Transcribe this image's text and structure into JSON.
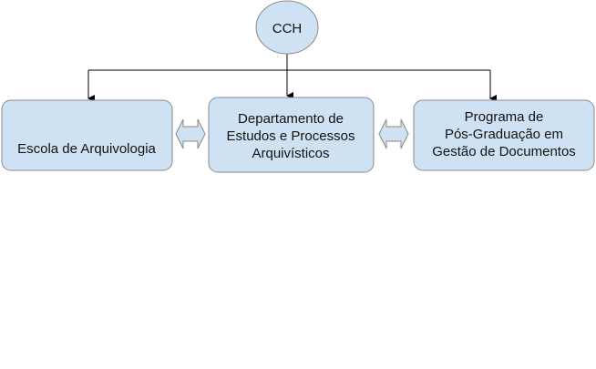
{
  "nodes": {
    "root": {
      "label": "CCH"
    },
    "left": {
      "lines": [
        "Escola de Arquivologia"
      ]
    },
    "center": {
      "lines": [
        "Departamento de",
        "Estudos e Processos",
        "Arquivísticos"
      ]
    },
    "right": {
      "lines": [
        "Programa de",
        "Pós-Graduação em",
        "Gestão de Documentos"
      ]
    }
  },
  "colors": {
    "fill": "#cfe2f3",
    "stroke": "#8a8a8a",
    "line": "#000000"
  }
}
